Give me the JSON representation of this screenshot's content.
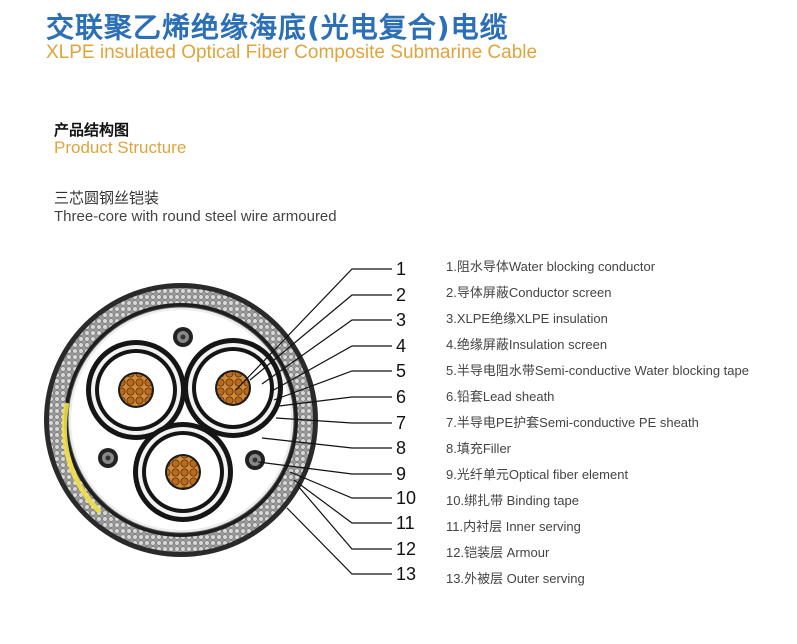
{
  "title": {
    "cn": "交联聚乙烯绝缘海底(光电复合)电缆",
    "en": "XLPE insulated Optical Fiber Composite Submarine Cable"
  },
  "section": {
    "cn": "产品结构图",
    "en": "Product Structure"
  },
  "subtitle": {
    "cn": "三芯圆钢丝铠装",
    "en": "Three-core with round steel wire armoured"
  },
  "callout_numbers": [
    "1",
    "2",
    "3",
    "4",
    "5",
    "6",
    "7",
    "8",
    "9",
    "10",
    "11",
    "12",
    "13"
  ],
  "legend": [
    "1.阻水导体Water blocking conductor",
    "2.导体屏蔽Conductor screen",
    "3.XLPE绝缘XLPE insulation",
    "4.绝缘屏蔽Insulation screen",
    "5.半导电阻水带Semi-conductive Water blocking tape",
    "6.铅套Lead sheath",
    "7.半导电PE护套Semi-conductive PE sheath",
    "8.填充Filler",
    "9.光纤单元Optical fiber element",
    "10.绑扎带 Binding tape",
    "11.内衬层 Inner serving",
    "12.铠装层 Armour",
    "13.外被层 Outer serving"
  ],
  "colors": {
    "title_blue": "#2b6fb6",
    "accent_gold": "#e0a43a",
    "copper": "#c97a2a",
    "armour_grey": "#b8b8b8",
    "marker_yellow": "#f2e14a"
  }
}
